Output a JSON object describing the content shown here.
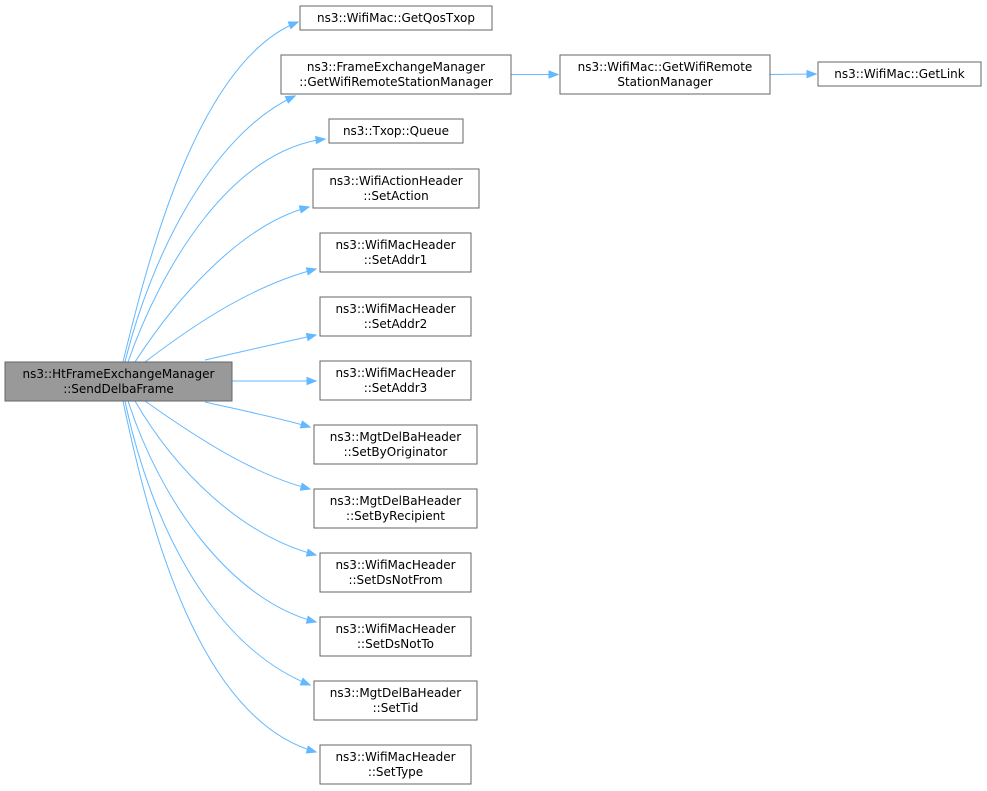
{
  "graph": {
    "root": "send_delba_frame",
    "nodes": [
      {
        "id": "send_delba_frame",
        "lines": [
          "ns3::HtFrameExchangeManager",
          "::SendDelbaFrame"
        ],
        "highlighted": true
      },
      {
        "id": "get_qos_txop",
        "lines": [
          "ns3::WifiMac::GetQosTxop"
        ]
      },
      {
        "id": "fem_get_wifi_remote_station_manager",
        "lines": [
          "ns3::FrameExchangeManager",
          "::GetWifiRemoteStationManager"
        ]
      },
      {
        "id": "mac_get_wifi_remote_station_manager",
        "lines": [
          "ns3::WifiMac::GetWifiRemote",
          "StationManager"
        ]
      },
      {
        "id": "get_link",
        "lines": [
          "ns3::WifiMac::GetLink"
        ]
      },
      {
        "id": "txop_queue",
        "lines": [
          "ns3::Txop::Queue"
        ]
      },
      {
        "id": "set_action",
        "lines": [
          "ns3::WifiActionHeader",
          "::SetAction"
        ]
      },
      {
        "id": "set_addr1",
        "lines": [
          "ns3::WifiMacHeader",
          "::SetAddr1"
        ]
      },
      {
        "id": "set_addr2",
        "lines": [
          "ns3::WifiMacHeader",
          "::SetAddr2"
        ]
      },
      {
        "id": "set_addr3",
        "lines": [
          "ns3::WifiMacHeader",
          "::SetAddr3"
        ]
      },
      {
        "id": "set_by_originator",
        "lines": [
          "ns3::MgtDelBaHeader",
          "::SetByOriginator"
        ]
      },
      {
        "id": "set_by_recipient",
        "lines": [
          "ns3::MgtDelBaHeader",
          "::SetByRecipient"
        ]
      },
      {
        "id": "set_ds_not_from",
        "lines": [
          "ns3::WifiMacHeader",
          "::SetDsNotFrom"
        ]
      },
      {
        "id": "set_ds_not_to",
        "lines": [
          "ns3::WifiMacHeader",
          "::SetDsNotTo"
        ]
      },
      {
        "id": "set_tid",
        "lines": [
          "ns3::MgtDelBaHeader",
          "::SetTid"
        ]
      },
      {
        "id": "set_type",
        "lines": [
          "ns3::WifiMacHeader",
          "::SetType"
        ]
      }
    ],
    "edges": [
      {
        "from": "send_delba_frame",
        "to": "get_qos_txop"
      },
      {
        "from": "send_delba_frame",
        "to": "fem_get_wifi_remote_station_manager"
      },
      {
        "from": "send_delba_frame",
        "to": "txop_queue"
      },
      {
        "from": "send_delba_frame",
        "to": "set_action"
      },
      {
        "from": "send_delba_frame",
        "to": "set_addr1"
      },
      {
        "from": "send_delba_frame",
        "to": "set_addr2"
      },
      {
        "from": "send_delba_frame",
        "to": "set_addr3"
      },
      {
        "from": "send_delba_frame",
        "to": "set_by_originator"
      },
      {
        "from": "send_delba_frame",
        "to": "set_by_recipient"
      },
      {
        "from": "send_delba_frame",
        "to": "set_ds_not_from"
      },
      {
        "from": "send_delba_frame",
        "to": "set_ds_not_to"
      },
      {
        "from": "send_delba_frame",
        "to": "set_tid"
      },
      {
        "from": "send_delba_frame",
        "to": "set_type"
      },
      {
        "from": "fem_get_wifi_remote_station_manager",
        "to": "mac_get_wifi_remote_station_manager"
      },
      {
        "from": "mac_get_wifi_remote_station_manager",
        "to": "get_link"
      }
    ],
    "colors": {
      "edge": "#63b8ff",
      "node_border": "#666666",
      "node_fill": "#ffffff",
      "root_fill": "#999999",
      "text": "#000000"
    }
  }
}
